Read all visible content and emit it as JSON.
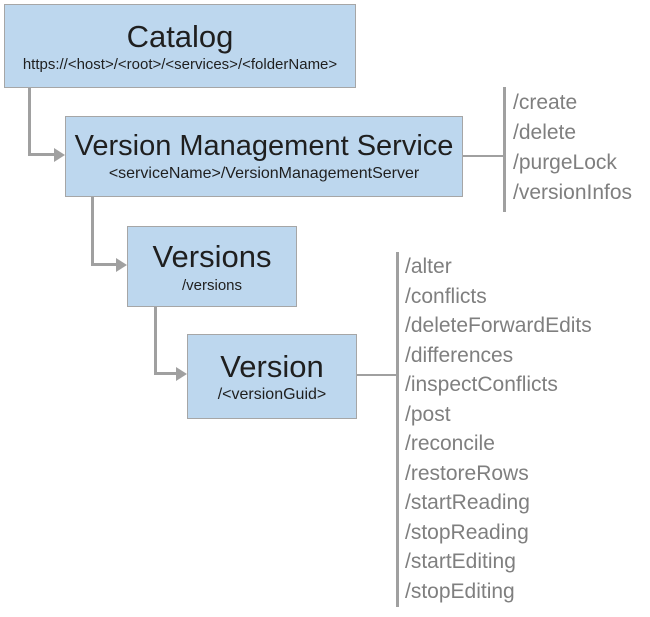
{
  "nodes": {
    "catalog": {
      "title": "Catalog",
      "subtitle": "https://<host>/<root>/<services>/<folderName>"
    },
    "vms": {
      "title": "Version Management Service",
      "subtitle": "<serviceName>/VersionManagementServer"
    },
    "versions": {
      "title": "Versions",
      "subtitle": "/versions"
    },
    "version": {
      "title": "Version",
      "subtitle": "/<versionGuid>"
    }
  },
  "operations": {
    "vms": [
      "/create",
      "/delete",
      "/purgeLock",
      "/versionInfos"
    ],
    "version": [
      "/alter",
      "/conflicts",
      "/deleteForwardEdits",
      "/differences",
      "/inspectConflicts",
      "/post",
      "/reconcile",
      "/restoreRows",
      "/startReading",
      "/stopReading",
      "/startEditing",
      "/stopEditing"
    ]
  },
  "colors": {
    "node_fill": "#bdd7ee",
    "node_border": "#a6a6a6",
    "connector": "#a0a0a0",
    "operation_text": "#7f7f7f",
    "title_text": "#1f1f1f",
    "background": "#ffffff"
  }
}
